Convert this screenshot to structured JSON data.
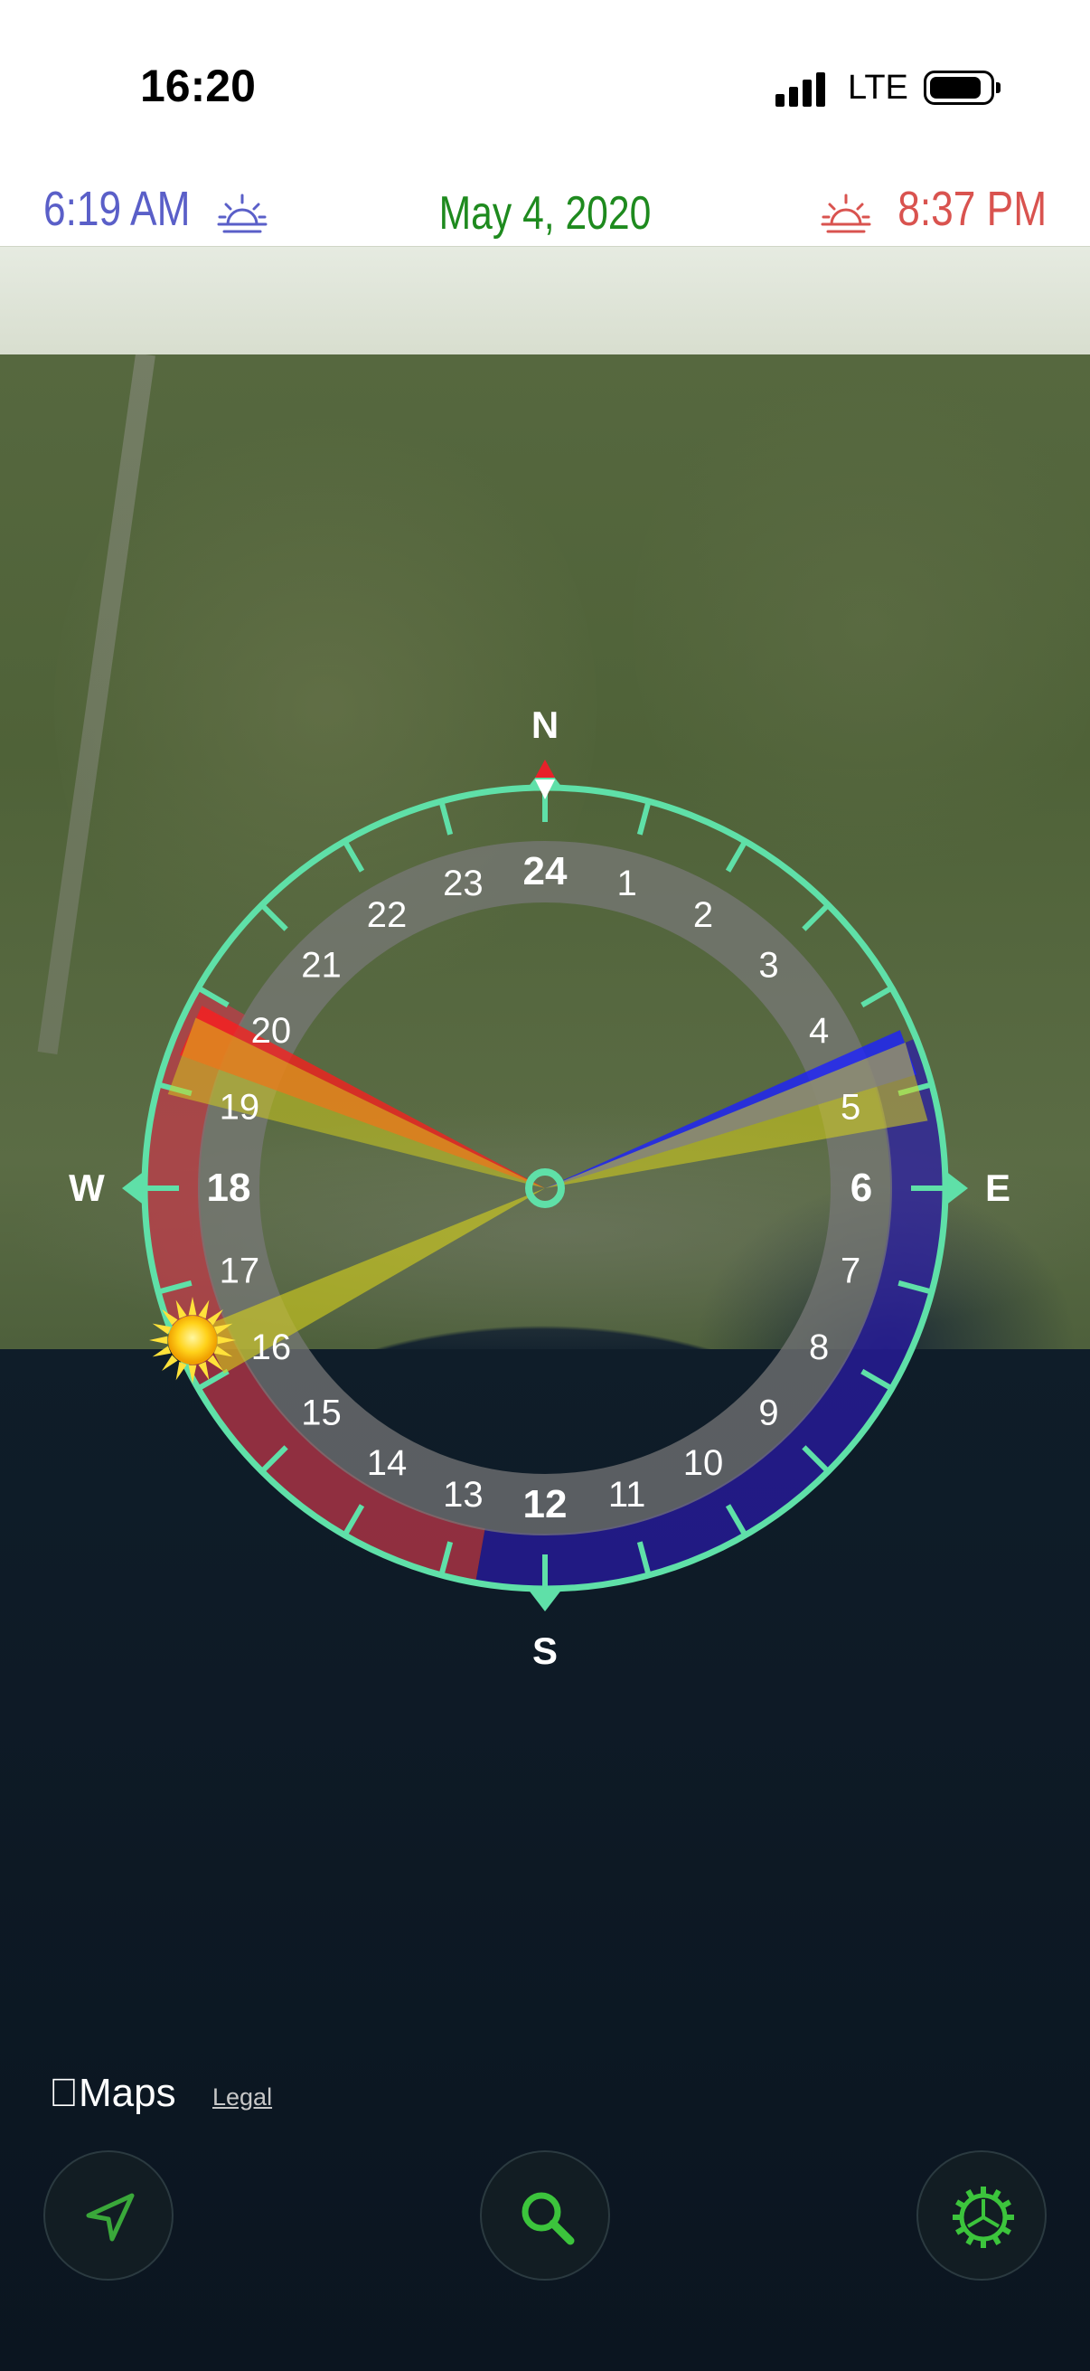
{
  "status_bar": {
    "time": "16:20",
    "network": "LTE"
  },
  "sun": {
    "sunrise": "6:19 AM",
    "sunset": "8:37 PM",
    "date": "May 4, 2020"
  },
  "compass": {
    "directions": {
      "north": "N",
      "east": "E",
      "south": "S",
      "west": "W"
    },
    "hours": [
      "1",
      "2",
      "3",
      "4",
      "5",
      "6",
      "7",
      "8",
      "9",
      "10",
      "11",
      "12",
      "13",
      "14",
      "15",
      "16",
      "17",
      "18",
      "19",
      "20",
      "21",
      "22",
      "23",
      "24"
    ],
    "bold_hours": [
      "6",
      "12",
      "18",
      "24"
    ],
    "colors": {
      "ring": "#5fe0a8",
      "day_arc": "#c8384a",
      "night_arc": "#2a1aa8",
      "sunrise_ray": "#1c20ff",
      "sunset_ray": "#ff1c1c",
      "sun_ray": "#d7d21a"
    }
  },
  "map": {
    "brand": "Maps",
    "legal": "Legal"
  },
  "buttons": {
    "location": "location-arrow-icon",
    "search": "search-icon",
    "settings": "gear-icon"
  }
}
